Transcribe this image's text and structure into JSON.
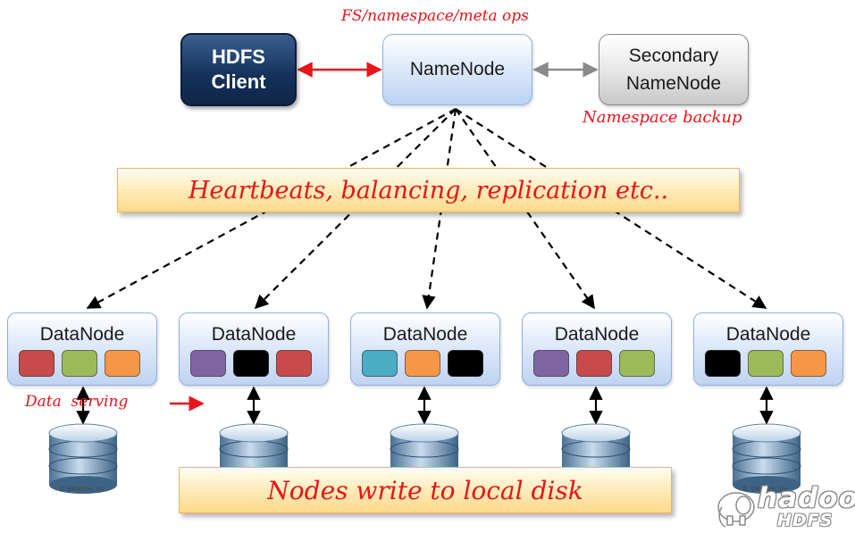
{
  "client": {
    "line1": "HDFS",
    "line2": "Client"
  },
  "namenode": {
    "label": "NameNode"
  },
  "secondary": {
    "line1": "Secondary",
    "line2": "NameNode"
  },
  "annotations": {
    "ops": "FS/namespace/meta ops",
    "backup": "Namespace backup",
    "serving": "Data  serving",
    "heartbeats": "Heartbeats, balancing, replication etc..",
    "local_disk": "Nodes write to local disk"
  },
  "datanode_label": "DataNode",
  "datanodes": [
    {
      "label": "DataNode",
      "blocks": [
        "#c94a4a",
        "#9bbb59",
        "#f79646"
      ]
    },
    {
      "label": "DataNode",
      "blocks": [
        "#8064a2",
        "#000000",
        "#c94a4a"
      ]
    },
    {
      "label": "DataNode",
      "blocks": [
        "#4bacc6",
        "#f79646",
        "#000000"
      ]
    },
    {
      "label": "DataNode",
      "blocks": [
        "#8064a2",
        "#c94a4a",
        "#9bbb59"
      ]
    },
    {
      "label": "DataNode",
      "blocks": [
        "#000000",
        "#9bbb59",
        "#f79646"
      ]
    }
  ],
  "disk_credit": "© VMware, Inc.",
  "logo": {
    "word": "hadoop",
    "sub": "HDFS"
  },
  "colors": {
    "accent_red": "#e8141a",
    "client_navy": "#14305a",
    "node_blue": "#bcd2f2",
    "banner_yellow": "#ffe8b0",
    "disk_blue": "#7fa7c9"
  }
}
